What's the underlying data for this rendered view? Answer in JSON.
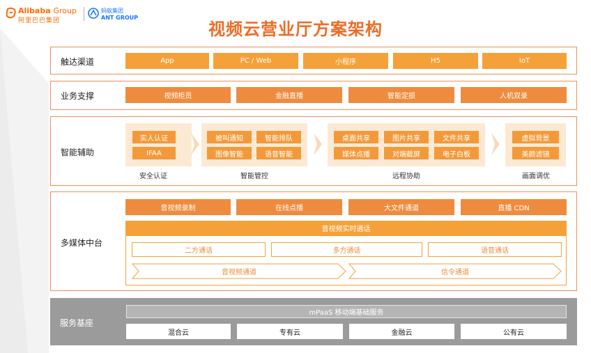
{
  "header": {
    "alibaba_en_bold": "Alibaba",
    "alibaba_en_light": "Group",
    "alibaba_cn": "阿里巴巴集团",
    "ant_cn": "蚂蚁集团",
    "ant_en": "ANT GROUP",
    "title": "视频云营业厅方案架构"
  },
  "colors": {
    "title_orange": "#ef6b24",
    "button_orange": "#f5a139",
    "frame_border": "#ee8f5a",
    "group_bg": "#fde9d3",
    "base_gray": "#9b9b9b",
    "ant_blue": "#1677ff"
  },
  "layers": {
    "touch": {
      "label": "触达渠道",
      "items": [
        "App",
        "PC / Web",
        "小程序",
        "H5",
        "IoT"
      ]
    },
    "business": {
      "label": "业务支撑",
      "items": [
        "视频柜员",
        "金融直播",
        "智能定损",
        "人机双录"
      ]
    },
    "assist": {
      "label": "智能辅助",
      "groups": [
        {
          "caption": "安全认证",
          "items": [
            "实人认证",
            "IFAA"
          ]
        },
        {
          "caption": "智能管控",
          "items": [
            "被叫通知",
            "智能排队",
            "图像智能",
            "语音智能"
          ]
        },
        {
          "caption": "远程协助",
          "items": [
            "桌面共享",
            "图片共享",
            "文件共享",
            "媒体点播",
            "对端截屏",
            "电子白板"
          ]
        },
        {
          "caption": "画面调优",
          "items": [
            "虚拟背景",
            "美颜滤镜"
          ]
        }
      ]
    },
    "media": {
      "label": "多媒体中台",
      "top_items": [
        "音视频录制",
        "在线点播",
        "大文件通道",
        "直播 CDN"
      ],
      "realtime_title": "音视频实时通话",
      "call_types": [
        "二方通话",
        "多方通话",
        "语音通话"
      ],
      "channels": [
        "音视频通道",
        "信令通道"
      ]
    },
    "base": {
      "label": "服务基座",
      "mpaas": "mPaaS 移动端基础服务",
      "clouds": [
        "混合云",
        "专有云",
        "金融云",
        "公有云"
      ]
    }
  }
}
